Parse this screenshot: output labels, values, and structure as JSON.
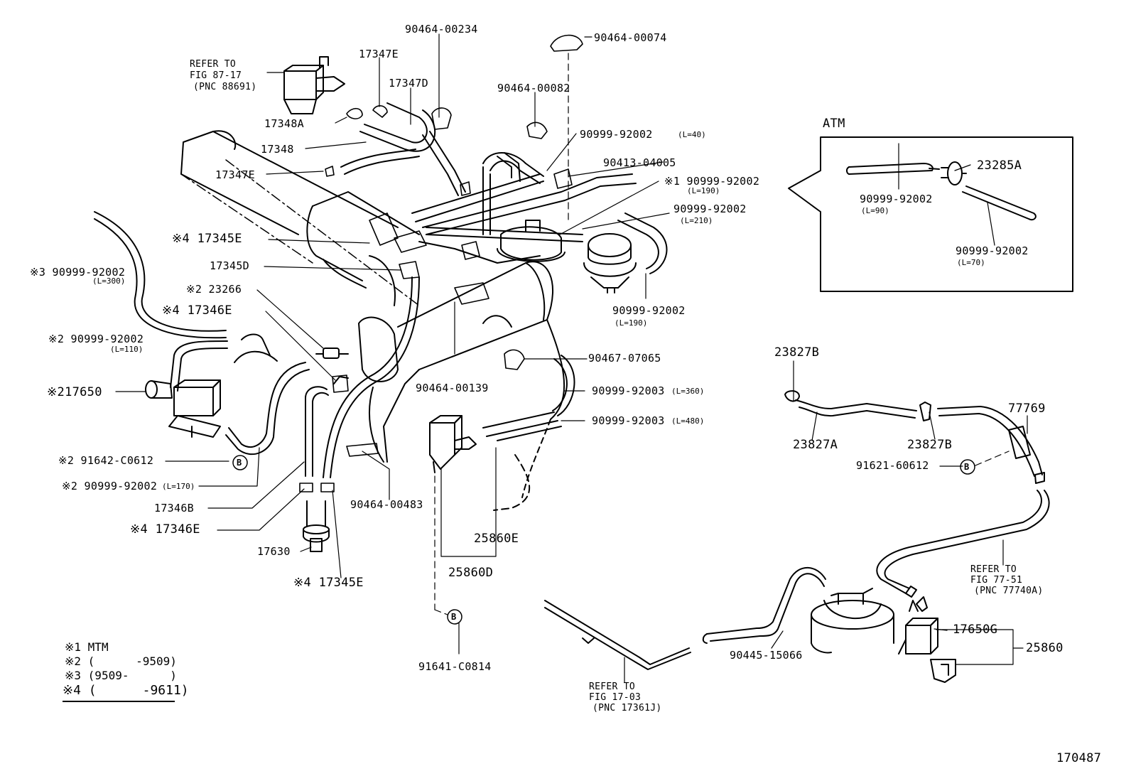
{
  "diagram": {
    "figure_number": "170487",
    "inset_title": "ATM",
    "refer_notes": [
      {
        "line1": "REFER TO",
        "line2": "FIG 87-17",
        "line3": "(PNC 88691)"
      },
      {
        "line1": "REFER TO",
        "line2": "FIG 77-51",
        "line3": "(PNC 77740A)"
      },
      {
        "line1": "REFER TO",
        "line2": "FIG 17-03",
        "line3": "(PNC 17361J)"
      }
    ],
    "parts": [
      "90464-00234",
      "90464-00074",
      "17347E",
      "17347D",
      "17348A",
      "17348",
      "17347E",
      "90464-00082",
      "90999-92002",
      "(L=40)",
      "90413-04005",
      "※1 90999-92002",
      "(L=190)",
      "90999-92002",
      "(L=210)",
      "※4 17345E",
      "17345D",
      "※3 90999-92002",
      "(L=300)",
      "※2 23266",
      "※4 17346E",
      "※2 90999-92002",
      "(L=110)",
      "※217650",
      "※2 91642-C0612",
      "※2 90999-92002",
      "(L=170)",
      "17346B",
      "※4 17346E",
      "17630",
      "※4 17345E",
      "90999-92002",
      "(L=190)",
      "90467-07065",
      "90464-00139",
      "90999-92003",
      "(L=360)",
      "90999-92003",
      "(L=480)",
      "90464-00483",
      "25860E",
      "25860D",
      "91641-C0814",
      "23285A",
      "90999-92002",
      "(L=90)",
      "90999-92002",
      "(L=70)",
      "23827B",
      "23827A",
      "23827B",
      "77769",
      "91621-60612",
      "17650G",
      "25860",
      "90445-15066"
    ],
    "legend": [
      "※1 MTM",
      "※2 (      -9509)",
      "※3 (9509-      )",
      "※4 (      -9611)"
    ]
  }
}
